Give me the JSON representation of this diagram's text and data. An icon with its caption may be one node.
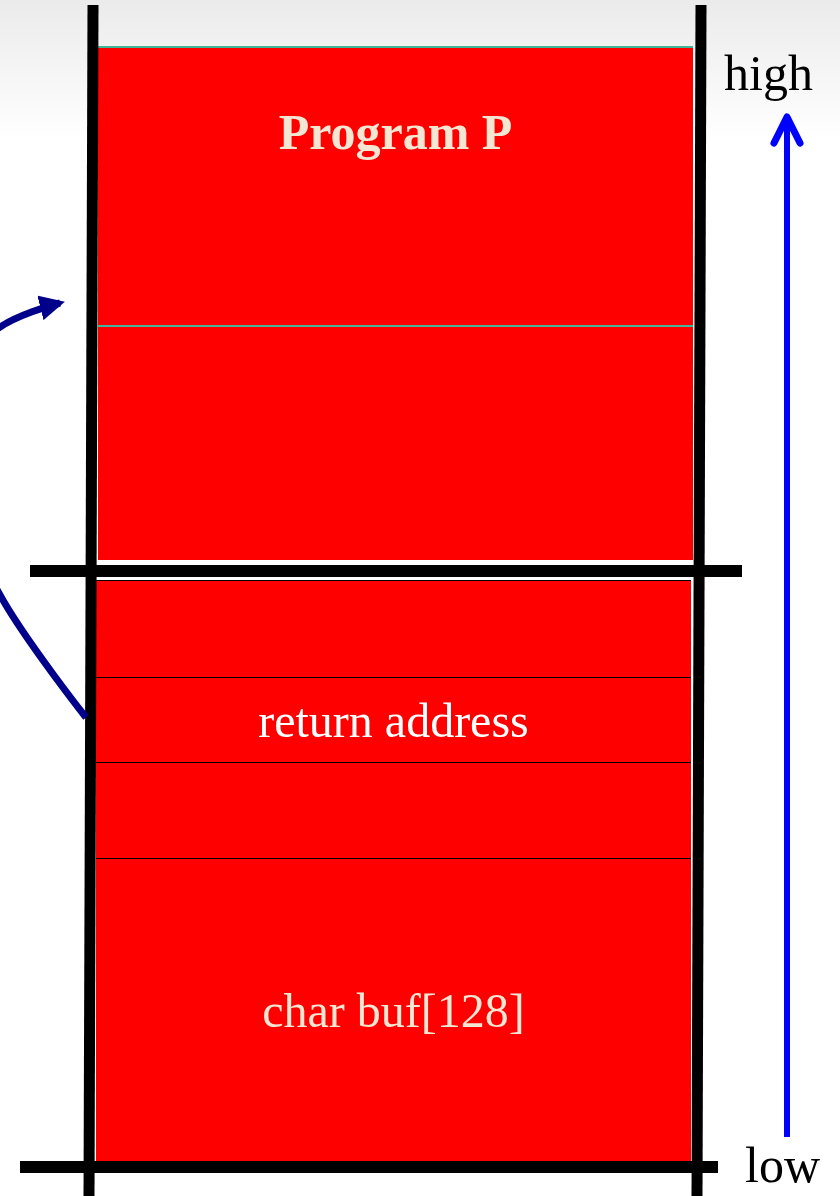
{
  "diagram": {
    "nodes": [
      {
        "text": [
          "Program P"
        ]
      },
      {
        "text": [],
        "shape": "box"
      },
      {
        "text": [],
        "shape": "box"
      },
      {
        "text": [
          "return address"
        ]
      },
      {
        "text": [],
        "shape": "box"
      },
      {
        "text": [
          "char buf[128]"
        ]
      }
    ],
    "edges": [
      {
        "from": 3,
        "to": 0,
        "arrow": "to",
        "color": "#00008b"
      }
    ],
    "labels": [
      "high",
      "low"
    ]
  }
}
